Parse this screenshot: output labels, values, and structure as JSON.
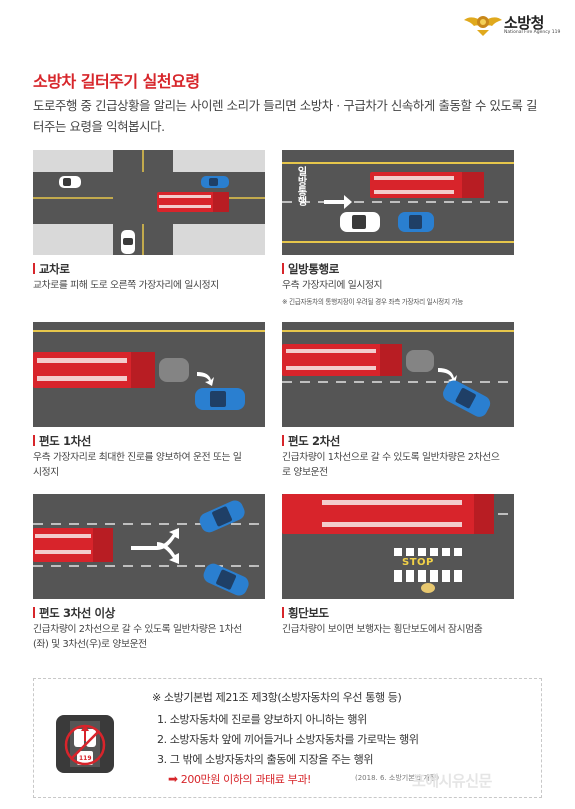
{
  "header": {
    "logo_title": "소방청",
    "logo_subtitle": "National Fire Agency 119"
  },
  "title": "소방차 길터주기 실천요령",
  "intro": "도로주행 중 긴급상황을 알리는 사이렌 소리가 들리면 소방차 · 구급차가 신속하게 출동할 수 있도록 길 터주는 요령을 익혀봅시다.",
  "sections": [
    {
      "title": "교차로",
      "desc": "교차로를 피해 도로 오른쪽 가장자리에 일시정지"
    },
    {
      "title": "일방통행로",
      "desc": "우측 가장자리에 일시정지",
      "note": "※ 긴급자동차의 통행지장이 우려될 경우 좌측 가장자리 일시정지 가능",
      "road_text": "일방통행"
    },
    {
      "title": "편도 1차선",
      "desc": "우측 가장자리로 최대한 진로를 양보하여 운전 또는 일시정지"
    },
    {
      "title": "편도 2차선",
      "desc": "긴급차량이 1차선으로 갈 수 있도록 일반차량은 2차선으로 양보운전"
    },
    {
      "title": "편도 3차선 이상",
      "desc": "긴급차량이 2차선으로 갈 수 있도록 일반차량은 1차선(좌) 및 3차선(우)로 양보운전"
    },
    {
      "title": "횡단보도",
      "desc": "긴급차량이 보이면 보행자는 횡단보도에서 잠시멈춤",
      "road_text": "STOP"
    }
  ],
  "law": {
    "title": "※ 소방기본법 제21조 제3항(소방자동차의 우선 통행 등)",
    "items": [
      "1. 소방자동차에 진로를 양보하지 아니하는 행위",
      "2. 소방자동차 앞에 끼어들거나 소방자동차를 가로막는 행위",
      "3. 그 밖에 소방자동차의 출동에 지장을 주는 행위"
    ],
    "fine": "200만원 이하의 과태료 부과!",
    "fine_source": "(2018. 6. 소방기본법 개정)",
    "icon_label": "119"
  },
  "watermark": "포에시유신문",
  "colors": {
    "accent": "#d7262b",
    "road": "#555555",
    "firetruck": "#d8242b"
  }
}
